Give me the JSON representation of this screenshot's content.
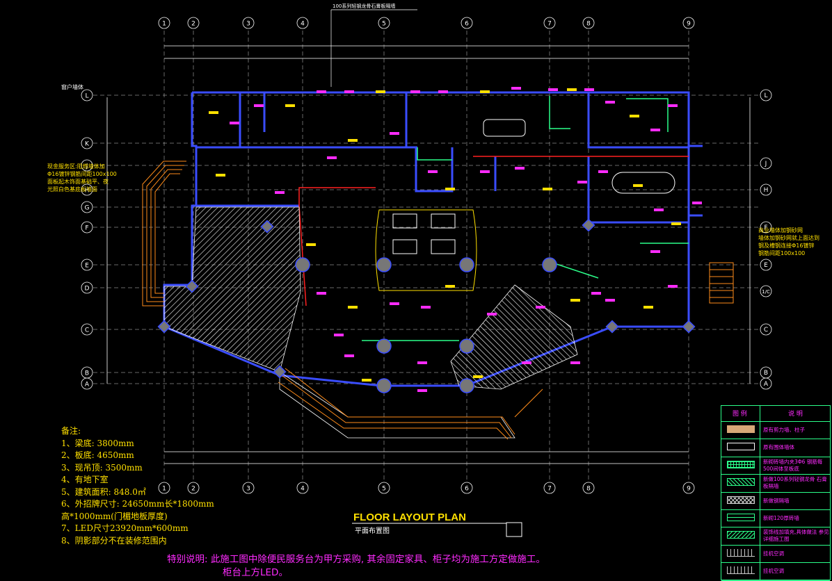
{
  "title": {
    "main": "FLOOR   LAYOUT   PLAN",
    "sub": "平面布置图"
  },
  "grid": {
    "columns": [
      "1",
      "2",
      "3",
      "4",
      "5",
      "6",
      "7",
      "8",
      "9"
    ],
    "rows_left": [
      "L",
      "K",
      "J",
      "H",
      "G",
      "F",
      "E",
      "D",
      "C",
      "B",
      "A"
    ],
    "rows_right": [
      "L",
      "J",
      "H",
      "F",
      "E",
      "1/C",
      "C",
      "B",
      "A"
    ]
  },
  "annotations": {
    "top_callout": "100系列轻钢龙骨石膏板隔墙",
    "left_top": "窗户墙体",
    "left_side": [
      "现金服务区:阻燃墙体加",
      "Φ16镀锌钢筋间距100x100",
      "面板起木饰面基础平、夜",
      "光照白色基底板墙面"
    ],
    "right_side": [
      "商业墙体加钢砂网",
      "墙体加钢砂网就上面达到",
      "钢及槽钢连接Φ16镀锌",
      "钢筋间距100x100"
    ]
  },
  "notes": {
    "heading": "备注:",
    "items": [
      "1、梁底: 3800mm",
      "2、板底: 4650mm",
      "3、现吊顶: 3500mm",
      "4、有地下室",
      "5、建筑面积: 848.0㎡",
      "6、外招牌尺寸: 24650mm长*1800mm",
      "高*1000mm(门楣地板厚度)",
      "7、LED尺寸23920mm*600mm",
      "8、阴影部分不在装修范围内"
    ]
  },
  "special_note": {
    "line1": "特别说明: 此施工图中除便民服务台为甲方采购, 其余固定家具、柜子均为施工方定做施工。",
    "line2": "柜台上方LED。"
  },
  "legend": {
    "header_symbol": "图 例",
    "header_desc": "说 明",
    "rows": [
      {
        "desc": "原有剪力墙、柱子",
        "icon": "solid-tan"
      },
      {
        "desc": "原有围体墙体",
        "icon": "outline-white"
      },
      {
        "desc": "新砌砖墙内夹3Φ6 钢筋每500间体至板底",
        "icon": "green-grid"
      },
      {
        "desc": "新做100系列轻钢龙骨 石膏板隔墙",
        "icon": "green-hatch"
      },
      {
        "desc": "新做钢隔墙",
        "icon": "cross-hatch"
      },
      {
        "desc": "新砌120厚砖墙",
        "icon": "brick"
      },
      {
        "desc": "装饰线加填充,具体做法 参见详细施工图",
        "icon": "diagonal-hatch"
      },
      {
        "desc": "挂机空调",
        "icon": "ac-unit"
      },
      {
        "desc": "挂机空调",
        "icon": "ac-unit"
      }
    ]
  },
  "colors": {
    "background": "#000000",
    "wall_blue": "#3a4dff",
    "partition_green": "#2bff8a",
    "dim_white": "#ffffff",
    "tag_magenta": "#ff2bff",
    "tag_yellow": "#ffe000",
    "red_line": "#ff2020",
    "orange_stair": "#ff8c1a"
  }
}
